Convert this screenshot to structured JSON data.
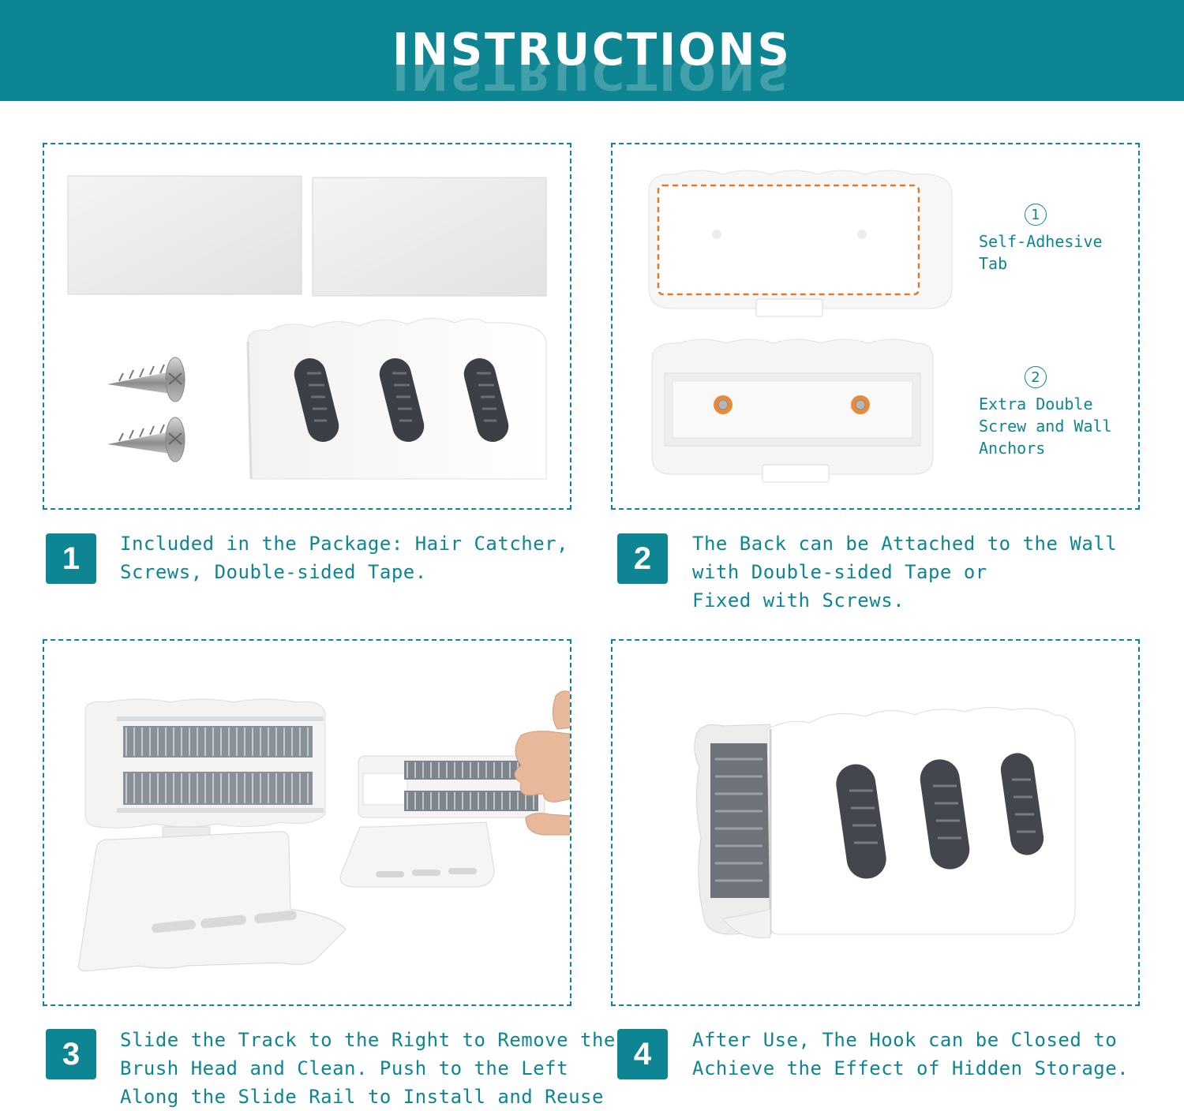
{
  "header": {
    "title": "INSTRUCTIONS",
    "background": "#0e8593"
  },
  "accent_color": "#0e8593",
  "steps": [
    {
      "number": "1",
      "lines": [
        "Included in the Package: Hair Catcher,",
        "Screws, Double-sided Tape."
      ]
    },
    {
      "number": "2",
      "lines": [
        "The Back can be Attached to the Wall",
        "with Double-sided Tape or",
        "Fixed with Screws."
      ]
    },
    {
      "number": "3",
      "lines": [
        "Slide the Track to the Right to Remove the",
        "Brush Head and Clean. Push to the Left",
        "Along the Slide Rail to Install and Reuse"
      ]
    },
    {
      "number": "4",
      "lines": [
        "After Use, The Hook can be Closed to",
        "Achieve the Effect of Hidden Storage."
      ]
    }
  ],
  "panel2_labels": [
    {
      "number": "1",
      "lines": [
        "Self-Adhesive",
        "Tab"
      ]
    },
    {
      "number": "2",
      "lines": [
        "Extra Double",
        "Screw and Wall",
        "Anchors"
      ]
    }
  ]
}
